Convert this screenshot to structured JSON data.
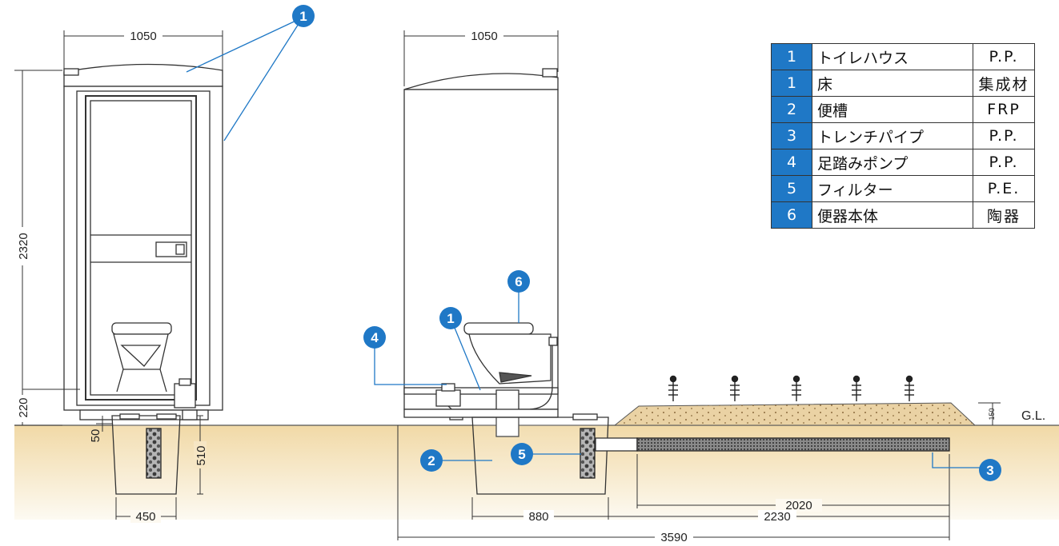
{
  "dimensions": {
    "front_width": "1050",
    "side_width": "1050",
    "height": "2320",
    "base_height": "220",
    "pit_top": "50",
    "pit_depth": "510",
    "pit_width": "450",
    "tank_width": "880",
    "trench_length": "2020",
    "tank_to_trench_end": "2230",
    "total_length": "3590",
    "mound_height": "150"
  },
  "ground_label": "G.L.",
  "callouts": {
    "house": "1",
    "floor": "1",
    "tank": "2",
    "trench": "3",
    "pump": "4",
    "filter": "5",
    "toilet": "6"
  },
  "parts_table": [
    {
      "no": "1",
      "name": "トイレハウス",
      "material": "P.P."
    },
    {
      "no": "1",
      "name": "床",
      "material": "集成材"
    },
    {
      "no": "2",
      "name": "便槽",
      "material": "FRP"
    },
    {
      "no": "3",
      "name": "トレンチパイプ",
      "material": "P.P."
    },
    {
      "no": "4",
      "name": "足踏みポンプ",
      "material": "P.P."
    },
    {
      "no": "5",
      "name": "フィルター",
      "material": "P.E."
    },
    {
      "no": "6",
      "name": "便器本体",
      "material": "陶器"
    }
  ],
  "colors": {
    "callout_blue": "#1f78c6",
    "ground_top": "#f1d9a6",
    "ground_bottom": "#fbf6ea",
    "mound": "#ead2a4"
  }
}
